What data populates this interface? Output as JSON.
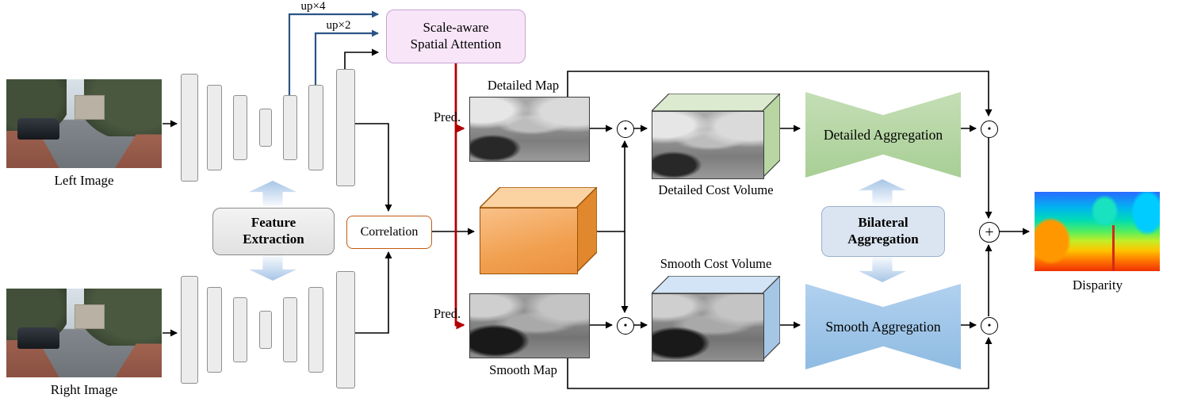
{
  "figure": {
    "left_image_label": "Left Image",
    "right_image_label": "Right Image",
    "feature_extraction": {
      "line1": "Feature",
      "line2": "Extraction"
    },
    "upsample": {
      "up4": "up×4",
      "up2": "up×2"
    },
    "attention": {
      "line1": "Scale-aware",
      "line2": "Spatial Attention"
    },
    "correlation_label": "Correlation",
    "pred_top": "Pred.",
    "pred_bottom": "Pred.",
    "detailed_map_label": "Detailed Map",
    "smooth_map_label": "Smooth Map",
    "detailed_cost_volume_label": "Detailed Cost Volume",
    "smooth_cost_volume_label": "Smooth Cost Volume",
    "detailed_aggregation_label": "Detailed Aggregation",
    "smooth_aggregation_label": "Smooth Aggregation",
    "bilateral_aggregation": {
      "line1": "Bilateral",
      "line2": "Aggregation"
    },
    "disparity_label": "Disparity",
    "operators": {
      "multiply": "•",
      "add": "+"
    }
  },
  "colors": {
    "attention_fill": "#f8e6f8",
    "attention_border": "#c9a0d4",
    "correlation_border": "#c55a11",
    "pred_arrow": "#b30000",
    "upsample_arrow": "#2b5486",
    "cost_volume_orange": "#f1a050",
    "detailed_green": "#b6d7a8",
    "smooth_blue": "#9fc5e8",
    "bilateral_fill": "#dbe5f1"
  }
}
